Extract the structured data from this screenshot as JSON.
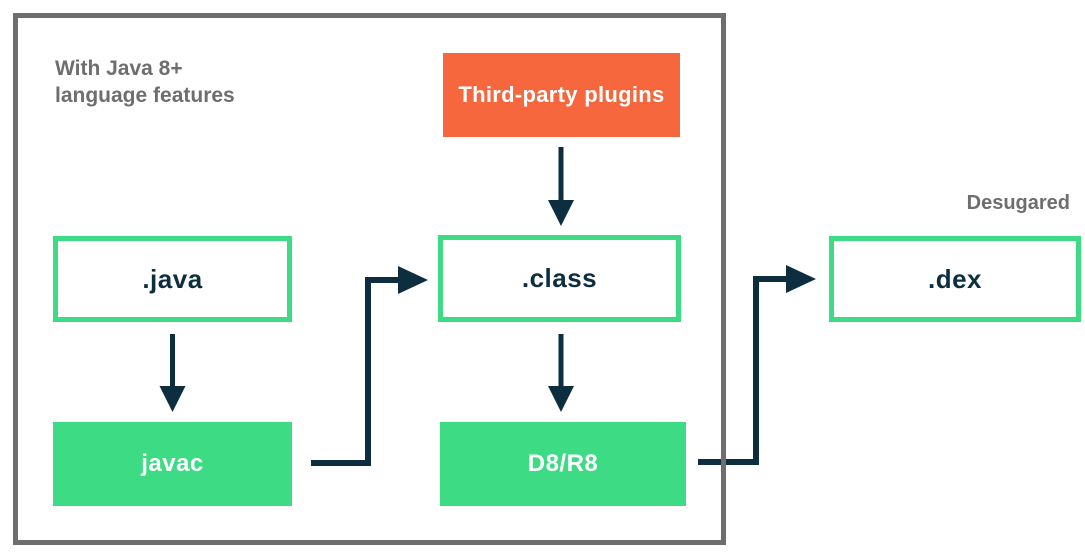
{
  "diagram": {
    "title_annotation": {
      "line1": "With Java 8+",
      "line2": "language features"
    },
    "desugared_label": "Desugared",
    "nodes": {
      "third_party": {
        "label": "Third-party plugins",
        "type": "filled-orange"
      },
      "java": {
        "label": ".java",
        "type": "outlined-green"
      },
      "class_file": {
        "label": ".class",
        "type": "outlined-green"
      },
      "dex": {
        "label": ".dex",
        "type": "outlined-green"
      },
      "javac": {
        "label": "javac",
        "type": "filled-green"
      },
      "d8r8": {
        "label": "D8/R8",
        "type": "filled-green"
      }
    },
    "edges": [
      "java -> javac",
      "javac -> class_file",
      "third_party -> class_file",
      "class_file -> d8r8",
      "d8r8 -> dex"
    ],
    "colors": {
      "green": "#3DDC84",
      "orange": "#F6673E",
      "navy": "#0D2E3F",
      "gray": "#6E6E6E"
    }
  }
}
